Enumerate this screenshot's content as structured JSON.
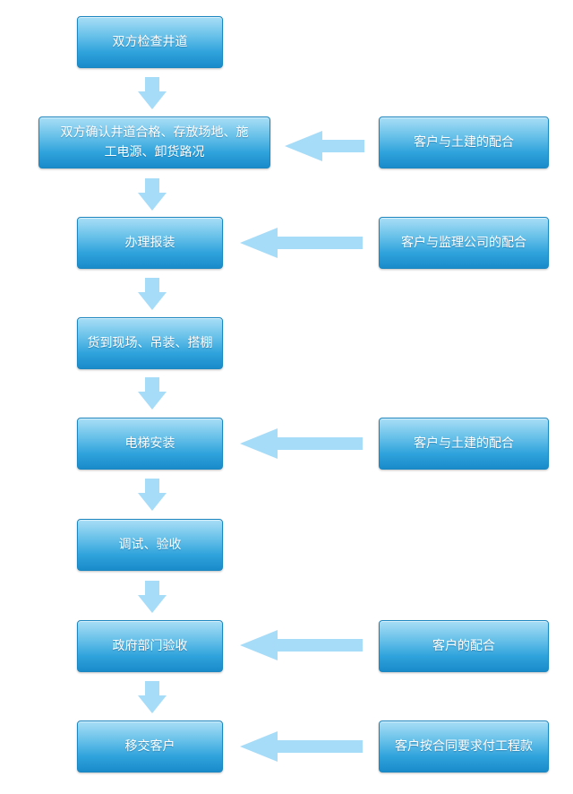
{
  "steps": [
    {
      "id": "s1",
      "label": "双方检查井道"
    },
    {
      "id": "s2",
      "label": "双方确认井道合格、存放场地、施工电源、卸货路况"
    },
    {
      "id": "s3",
      "label": "办理报装"
    },
    {
      "id": "s4",
      "label": "货到现场、吊装、搭棚"
    },
    {
      "id": "s5",
      "label": "电梯安装"
    },
    {
      "id": "s6",
      "label": "调试、验收"
    },
    {
      "id": "s7",
      "label": "政府部门验收"
    },
    {
      "id": "s8",
      "label": "移交客户"
    }
  ],
  "inputs": [
    {
      "id": "c1",
      "target": "s2",
      "label": "客户与土建的配合"
    },
    {
      "id": "c2",
      "target": "s3",
      "label": "客户与监理公司的配合"
    },
    {
      "id": "c3",
      "target": "s5",
      "label": "客户与土建的配合"
    },
    {
      "id": "c4",
      "target": "s7",
      "label": "客户的配合"
    },
    {
      "id": "c5",
      "target": "s8",
      "label": "客户按合同要求付工程款"
    }
  ],
  "colors": {
    "box_top": "#a9def6",
    "box_bottom": "#1a8bca",
    "box_border": "#1b86bf",
    "arrow": "#a6dcf8",
    "text": "#ffffff"
  }
}
